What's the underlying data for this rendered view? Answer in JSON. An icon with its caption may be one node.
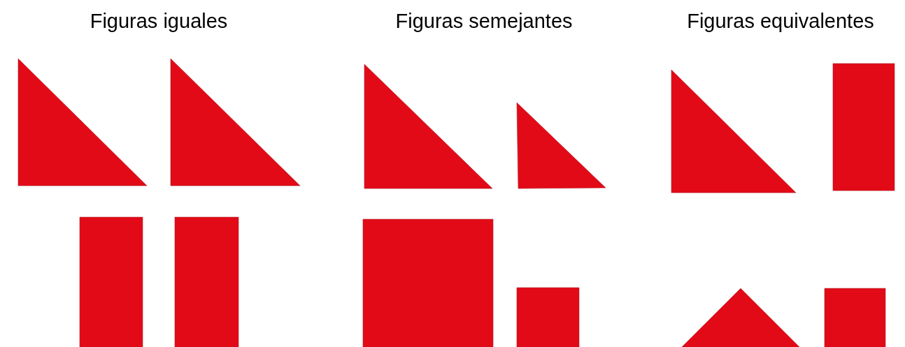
{
  "diagram": {
    "nodes": [
      {
        "text": [],
        "shape": "triangle"
      },
      {
        "text": [],
        "shape": "triangle"
      },
      {
        "text": [],
        "shape": "triangle"
      },
      {
        "text": [],
        "shape": "triangle"
      },
      {
        "text": [],
        "shape": "triangle"
      },
      {
        "text": [],
        "shape": "box"
      },
      {
        "text": [],
        "shape": "box"
      },
      {
        "text": [],
        "shape": "box"
      },
      {
        "text": [],
        "shape": "box"
      },
      {
        "text": [],
        "shape": "box"
      },
      {
        "text": [],
        "shape": "triangle"
      },
      {
        "text": [],
        "shape": "box"
      }
    ],
    "labels": [
      "Figuras iguales",
      "Figuras semejantes",
      "Figuras equivalentes"
    ]
  }
}
